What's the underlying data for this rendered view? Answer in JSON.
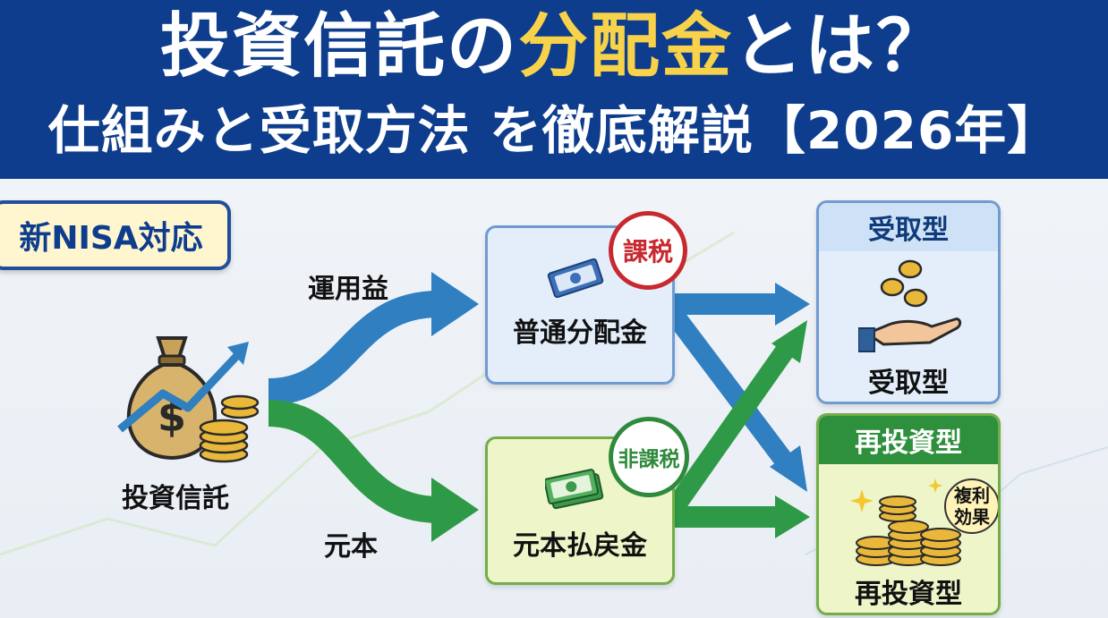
{
  "header": {
    "title_part1": "投資信託の",
    "title_highlight": "分配金",
    "title_part2": "とは？",
    "subtitle": "仕組みと受取方法 を徹底解説【2026年】"
  },
  "badge": {
    "label": "新NISA対応"
  },
  "source": {
    "label": "投資信託",
    "icon": "money-bag-icon"
  },
  "flows": {
    "income_label": "運用益",
    "principal_label": "元本"
  },
  "distributions": {
    "ordinary": {
      "label": "普通分配金",
      "tax_seal": "課税",
      "icon": "banknote-icon"
    },
    "refund": {
      "label": "元本払戻金",
      "tax_seal": "非課税",
      "icon": "banknote-icon"
    }
  },
  "options": {
    "receive": {
      "header": "受取型",
      "label": "受取型",
      "icon": "hand-coins-icon"
    },
    "reinvest": {
      "header": "再投資型",
      "label": "再投資型",
      "bubble_line1": "複利",
      "bubble_line2": "効果",
      "icon": "coin-stacks-icon"
    }
  },
  "colors": {
    "header_bg": "#0d3d8c",
    "highlight": "#f7d24a",
    "flow_blue": "#2f7fc1",
    "flow_green": "#2e9a47",
    "tax_red": "#c8282e"
  }
}
